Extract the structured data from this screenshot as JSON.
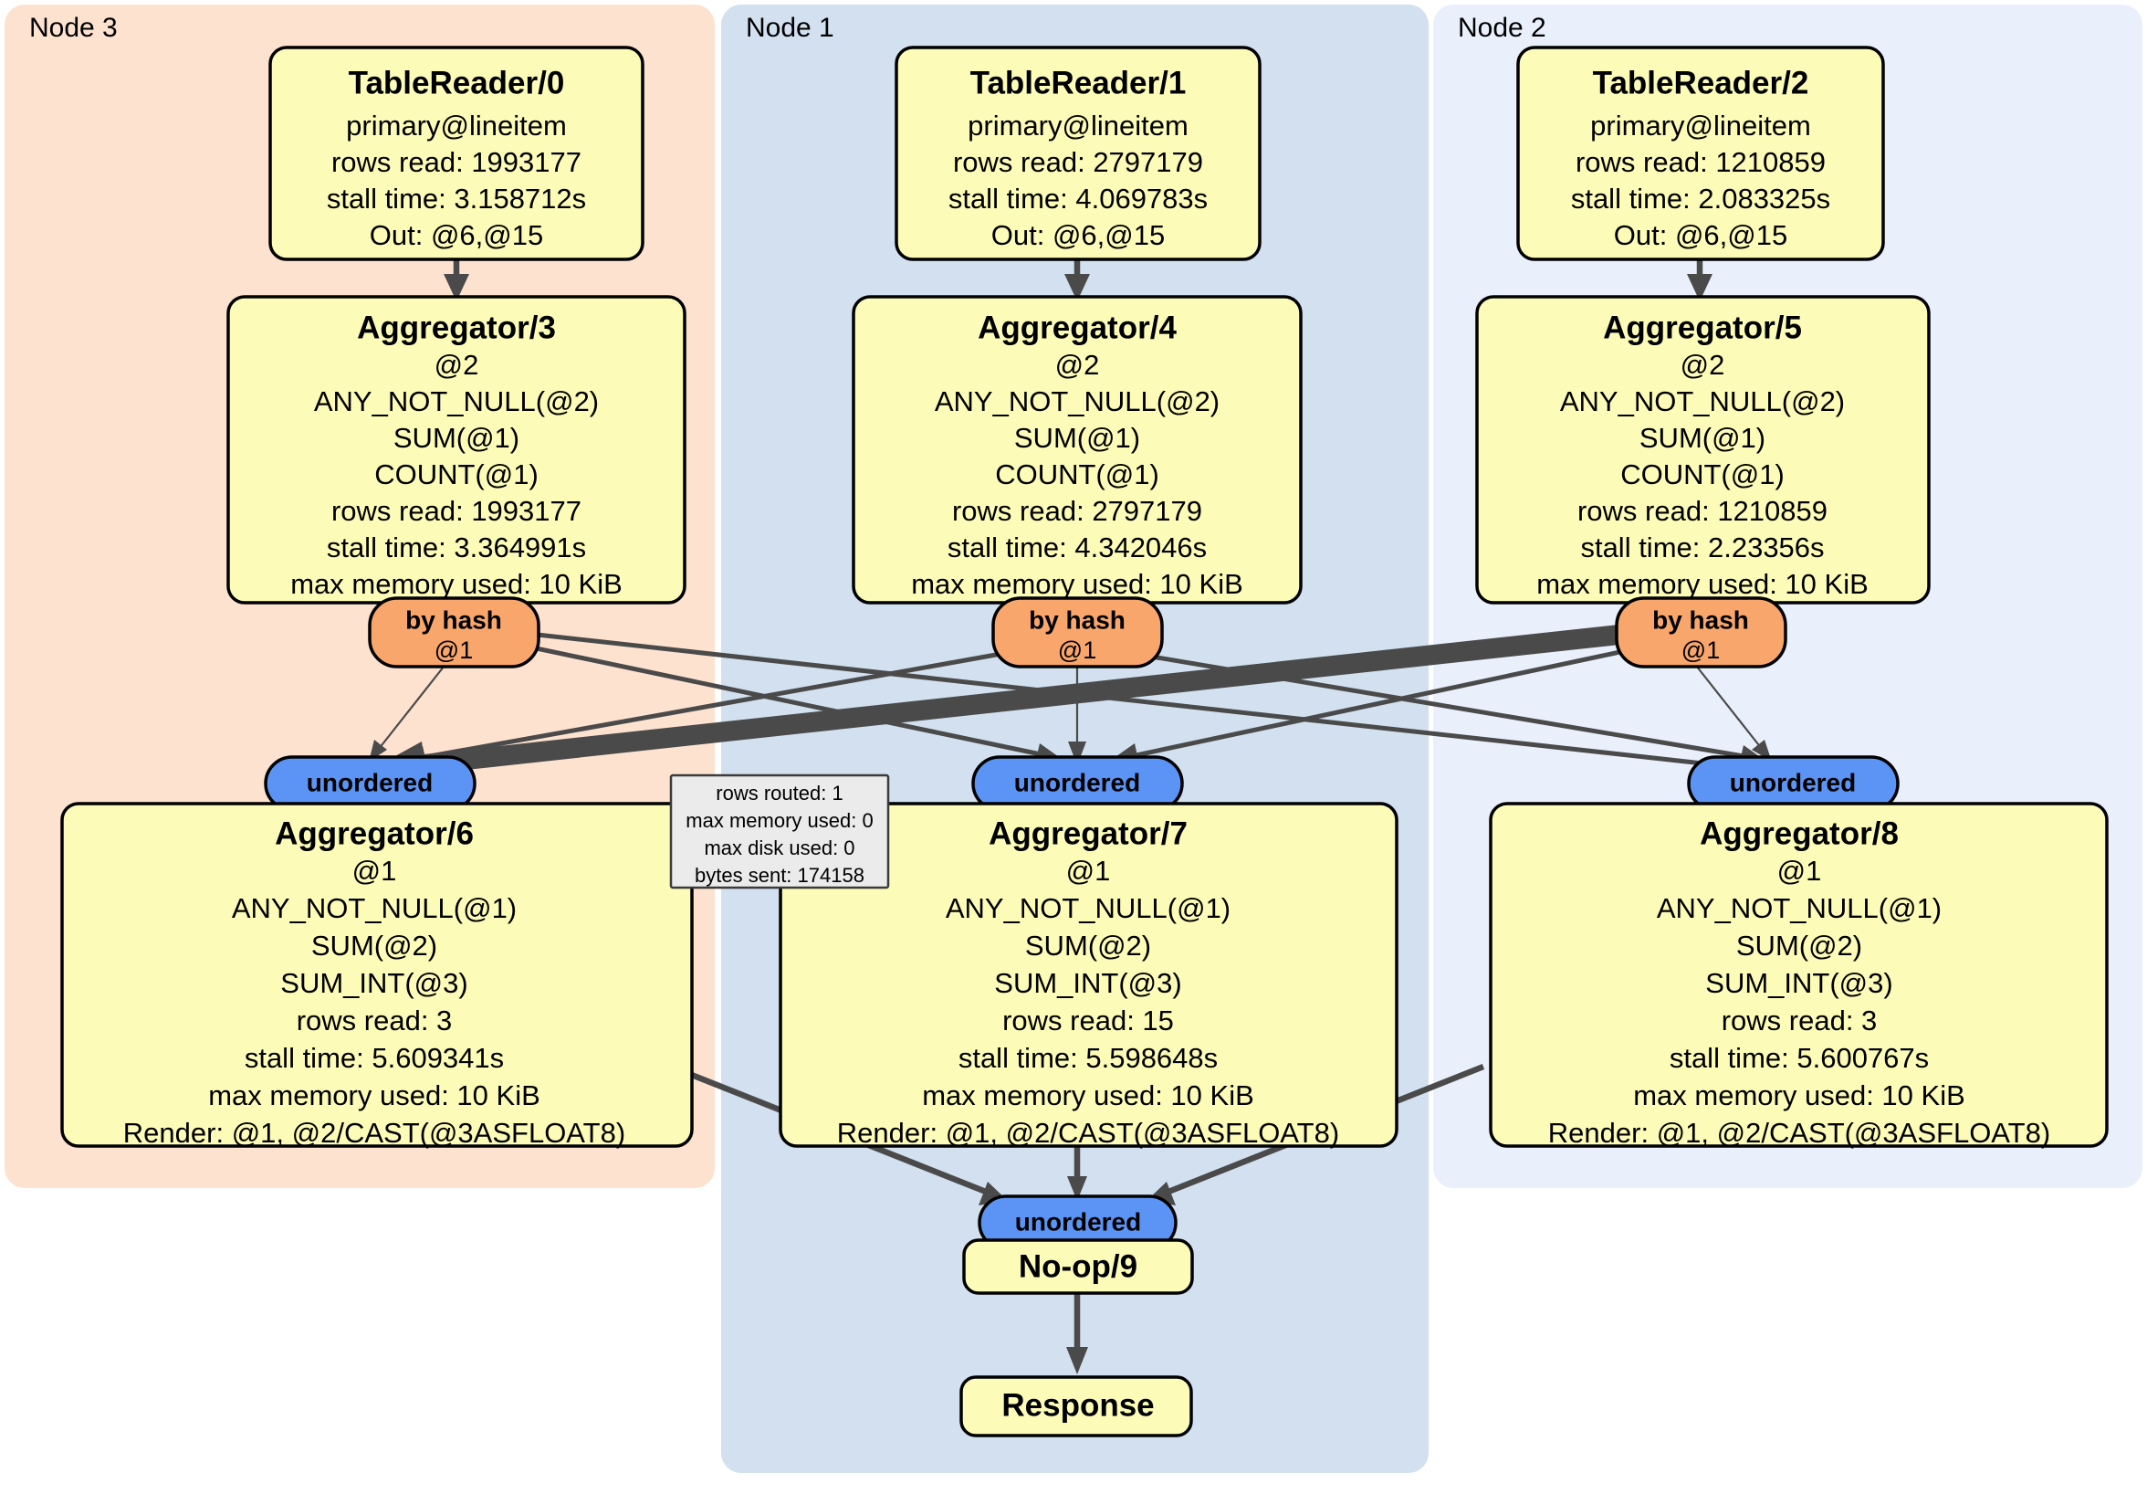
{
  "diagram": {
    "type": "distributed-query-execution-plan",
    "clusters": [
      {
        "id": "node3",
        "label": "Node 3",
        "color": "#fde2d0"
      },
      {
        "id": "node1",
        "label": "Node 1",
        "color": "#d2e0ef"
      },
      {
        "id": "node2",
        "label": "Node 2",
        "color": "#eaf0fb"
      }
    ],
    "colors": {
      "processor_box": "#fcfcb8",
      "by_hash_pill": "#f9a66c",
      "unordered_pill": "#5b94f5",
      "tooltip_bg": "#ebebeb",
      "edge": "#4a4a4a"
    },
    "processors": [
      {
        "id": "tablereader0",
        "title": "TableReader/0",
        "cluster": "node3",
        "lines": [
          "primary@lineitem",
          "rows read: 1993177",
          "stall time: 3.158712s",
          "Out: @6,@15"
        ]
      },
      {
        "id": "tablereader1",
        "title": "TableReader/1",
        "cluster": "node1",
        "lines": [
          "primary@lineitem",
          "rows read: 2797179",
          "stall time: 4.069783s",
          "Out: @6,@15"
        ]
      },
      {
        "id": "tablereader2",
        "title": "TableReader/2",
        "cluster": "node2",
        "lines": [
          "primary@lineitem",
          "rows read: 1210859",
          "stall time: 2.083325s",
          "Out: @6,@15"
        ]
      },
      {
        "id": "aggregator3",
        "title": "Aggregator/3",
        "cluster": "node3",
        "lines": [
          "@2",
          "ANY_NOT_NULL(@2)",
          "SUM(@1)",
          "COUNT(@1)",
          "rows read: 1993177",
          "stall time: 3.364991s",
          "max memory used: 10 KiB"
        ]
      },
      {
        "id": "aggregator4",
        "title": "Aggregator/4",
        "cluster": "node1",
        "lines": [
          "@2",
          "ANY_NOT_NULL(@2)",
          "SUM(@1)",
          "COUNT(@1)",
          "rows read: 2797179",
          "stall time: 4.342046s",
          "max memory used: 10 KiB"
        ]
      },
      {
        "id": "aggregator5",
        "title": "Aggregator/5",
        "cluster": "node2",
        "lines": [
          "@2",
          "ANY_NOT_NULL(@2)",
          "SUM(@1)",
          "COUNT(@1)",
          "rows read: 1210859",
          "stall time: 2.23356s",
          "max memory used: 10 KiB"
        ]
      },
      {
        "id": "aggregator6",
        "title": "Aggregator/6",
        "cluster": "node3",
        "lines": [
          "@1",
          "ANY_NOT_NULL(@1)",
          "SUM(@2)",
          "SUM_INT(@3)",
          "rows read: 3",
          "stall time: 5.609341s",
          "max memory used: 10 KiB",
          "Render: @1, @2/CAST(@3ASFLOAT8)"
        ]
      },
      {
        "id": "aggregator7",
        "title": "Aggregator/7",
        "cluster": "node1",
        "lines": [
          "@1",
          "ANY_NOT_NULL(@1)",
          "SUM(@2)",
          "SUM_INT(@3)",
          "rows read: 15",
          "stall time: 5.598648s",
          "max memory used: 10 KiB",
          "Render: @1, @2/CAST(@3ASFLOAT8)"
        ]
      },
      {
        "id": "aggregator8",
        "title": "Aggregator/8",
        "cluster": "node2",
        "lines": [
          "@1",
          "ANY_NOT_NULL(@1)",
          "SUM(@2)",
          "SUM_INT(@3)",
          "rows read: 3",
          "stall time: 5.600767s",
          "max memory used: 10 KiB",
          "Render: @1, @2/CAST(@3ASFLOAT8)"
        ]
      },
      {
        "id": "noop9",
        "title": "No-op/9",
        "cluster": "node1",
        "lines": []
      },
      {
        "id": "response",
        "title": "Response",
        "cluster": "node1",
        "lines": []
      }
    ],
    "routers": [
      {
        "id": "byhash-left",
        "label": "by hash",
        "sub": "@1",
        "cluster": "node3"
      },
      {
        "id": "byhash-center",
        "label": "by hash",
        "sub": "@1",
        "cluster": "node1"
      },
      {
        "id": "byhash-right",
        "label": "by hash",
        "sub": "@1",
        "cluster": "node2"
      }
    ],
    "inputs": [
      {
        "id": "unordered-left",
        "label": "unordered",
        "cluster": "node3"
      },
      {
        "id": "unordered-center",
        "label": "unordered",
        "cluster": "node1"
      },
      {
        "id": "unordered-right",
        "label": "unordered",
        "cluster": "node2"
      },
      {
        "id": "unordered-final",
        "label": "unordered",
        "cluster": "node1"
      }
    ],
    "tooltip": {
      "lines": [
        "rows routed: 1",
        "max memory used: 0",
        "max disk used: 0",
        "bytes sent: 174158"
      ]
    }
  }
}
